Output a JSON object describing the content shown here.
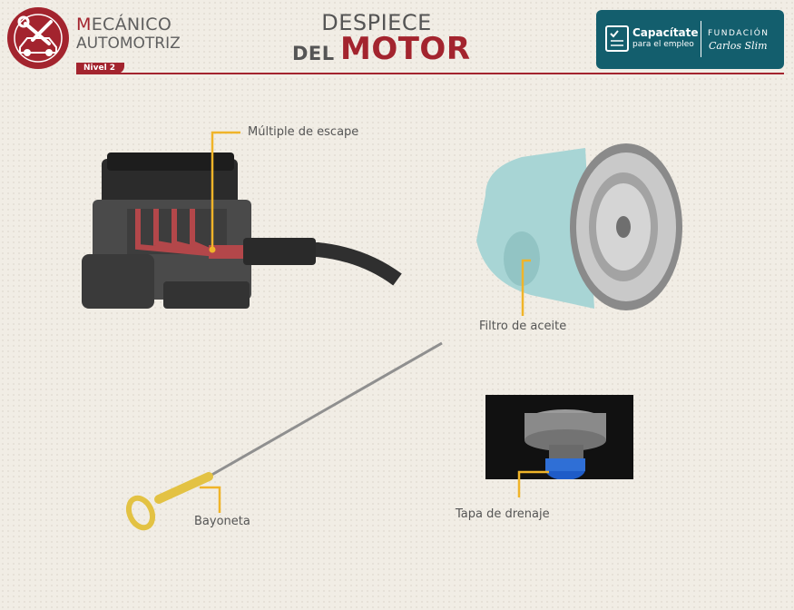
{
  "header": {
    "brand_first_letter": "M",
    "brand_rest": "ECÁNICO",
    "brand_line2": "AUTOMOTRIZ",
    "level_badge": "Nivel 2",
    "title_top": "DESPIECE",
    "title_del": "DEL",
    "title_motor": "MOTOR"
  },
  "sponsor": {
    "main": "Capacítate",
    "sub": "para el empleo",
    "foundation": "FUNDACIÓN",
    "name": "Carlos Slim"
  },
  "parts": {
    "exhaust": "Múltiple de escape",
    "oil_filter": "Filtro de aceite",
    "dipstick": "Bayoneta",
    "drain_cap": "Tapa de drenaje"
  },
  "colors": {
    "brand": "#a3242e",
    "leader": "#f0b429",
    "sponsor_bg": "#135e6d"
  }
}
